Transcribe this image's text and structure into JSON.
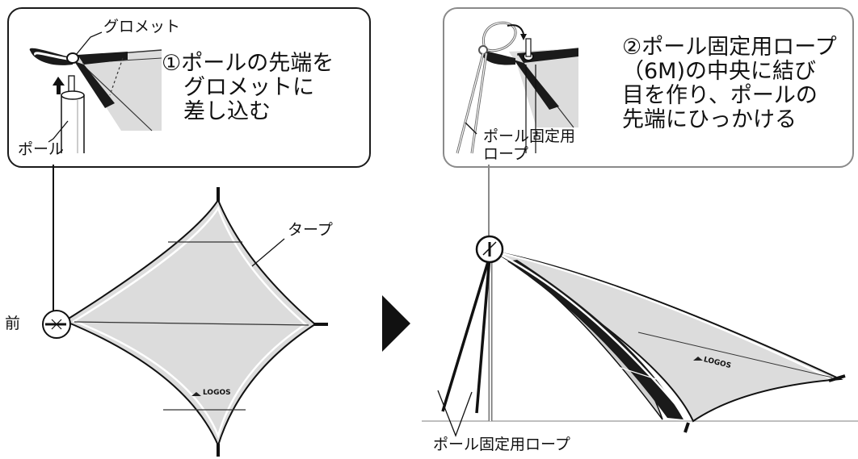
{
  "left": {
    "step_text": "①ポールの先端を\n　グロメットに\n　差し込む",
    "grommet_label": "グロメット",
    "pole_label": "ポール",
    "tarp_label": "タープ",
    "front_label": "前",
    "logo_text": "LOGOS"
  },
  "right": {
    "step_text": "②ポール固定用ロープ\n（6M)の中央に結び\n目を作り、ポールの\n先端にひっかける",
    "rope_label_line1": "ポール固定用",
    "rope_label_line2": "ロープ",
    "bottom_rope_label": "ポール固定用ロープ",
    "logo_text": "LOGOS"
  },
  "colors": {
    "tarp_fill": "#dcdcdc",
    "tarp_dark": "#1a1a1a",
    "box_left_border": "#1a1a1a",
    "box_right_border": "#8a8a8a",
    "arrow": "#111111"
  }
}
